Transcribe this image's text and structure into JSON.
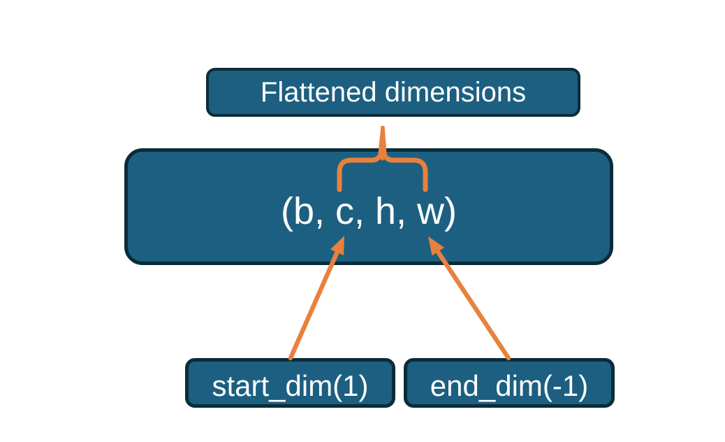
{
  "diagram": {
    "title_box": {
      "label": "Flattened dimensions"
    },
    "tensor_box": {
      "label": "(b, c, h, w)"
    },
    "start_box": {
      "label": "start_dim(1)"
    },
    "end_box": {
      "label": "end_dim(-1)"
    }
  },
  "colors": {
    "box_fill": "#1d5f80",
    "box_border": "#0a2c39",
    "text": "#ffffff",
    "accent_orange": "#e8813e",
    "background": "#ffffff"
  }
}
